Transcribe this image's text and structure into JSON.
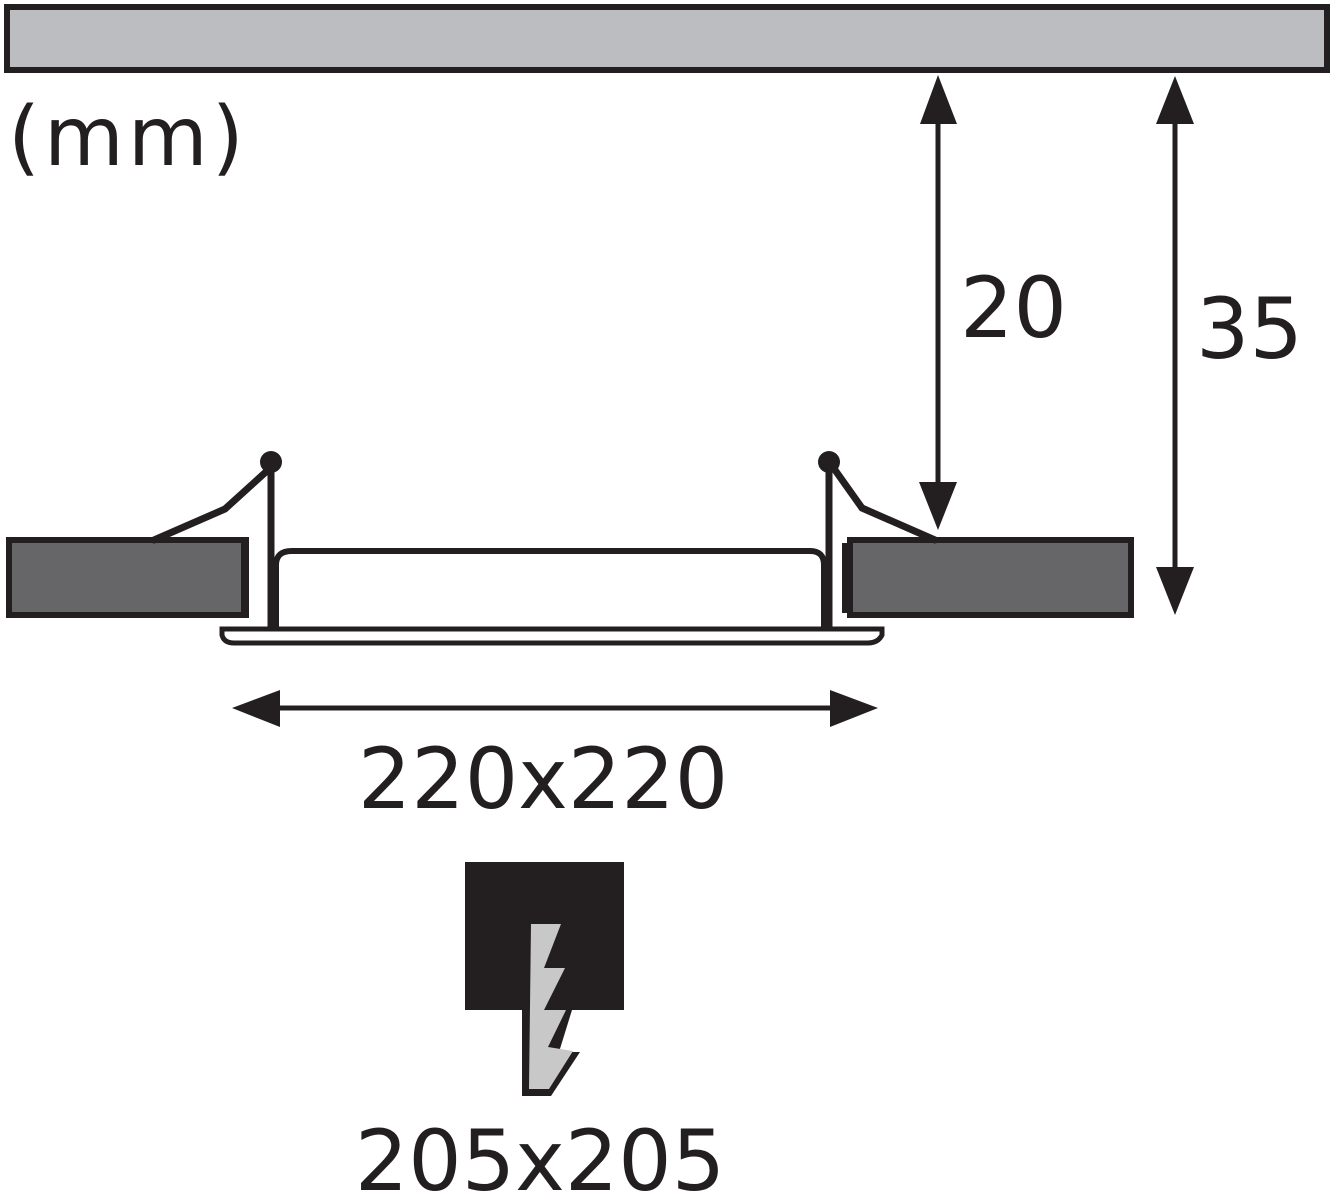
{
  "drawing": {
    "unit_label": "(mm)",
    "dimensions": {
      "recess_depth": "20",
      "total_depth": "35",
      "outer_size": "220x220",
      "cutout_size": "205x205"
    },
    "colors": {
      "stroke": "#231f20",
      "ceiling_fill": "#bcbdc0",
      "ceiling_block_fill": "#666567",
      "bolt_fill": "#c8c8c9",
      "background": "#ffffff"
    },
    "icons": {
      "cutout": "square-cutout-with-lightning-bolt-icon"
    }
  }
}
